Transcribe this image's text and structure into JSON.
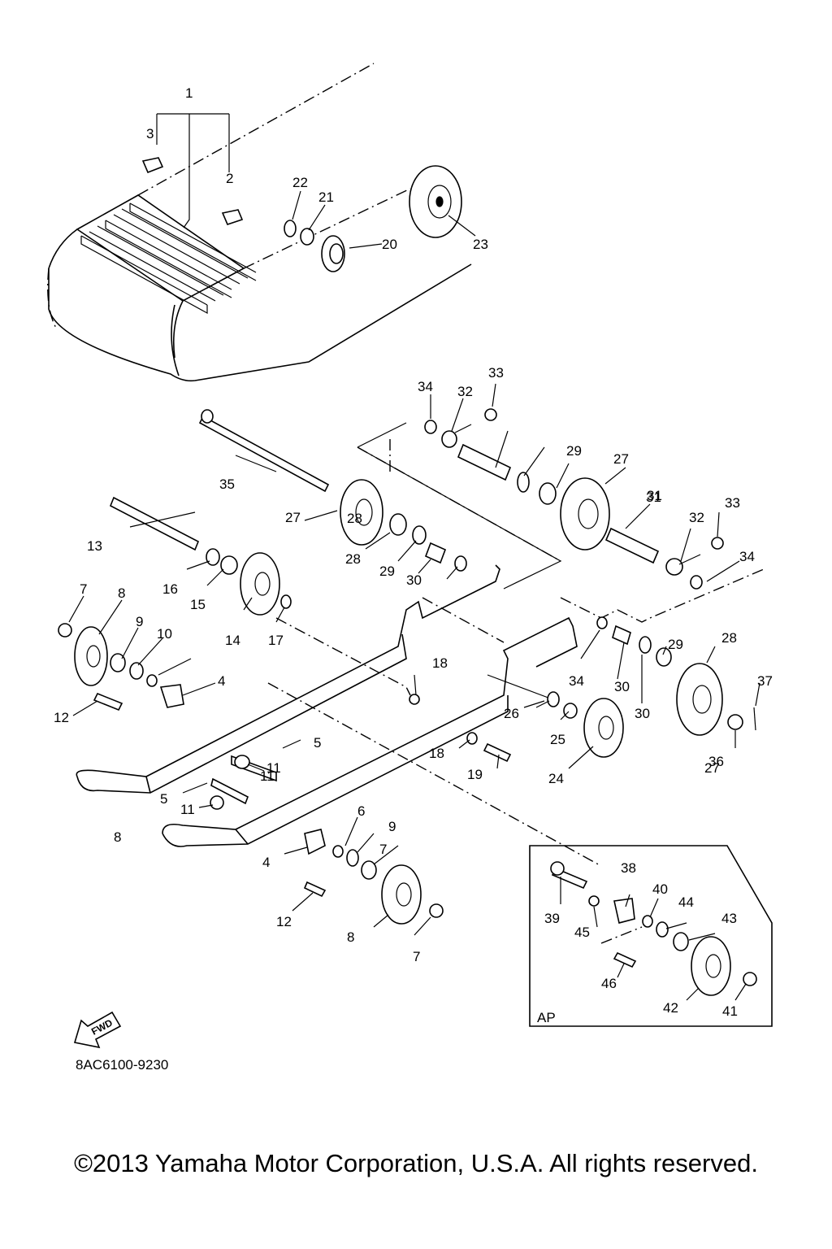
{
  "diagram": {
    "part_code": "8AC6100-9230",
    "fwd_label": "FWD",
    "inset_label": "AP",
    "callouts": [
      "1",
      "2",
      "3",
      "4",
      "5",
      "6",
      "7",
      "8",
      "9",
      "10",
      "11",
      "12",
      "13",
      "14",
      "15",
      "16",
      "17",
      "18",
      "19",
      "20",
      "21",
      "22",
      "23",
      "24",
      "25",
      "26",
      "27",
      "28",
      "29",
      "30",
      "31",
      "32",
      "33",
      "34",
      "35",
      "36",
      "37",
      "38",
      "39",
      "40",
      "41",
      "42",
      "43",
      "44",
      "45",
      "46"
    ]
  },
  "footer": {
    "copyright": "©2013 Yamaha Motor Corporation, U.S.A. All rights reserved."
  }
}
